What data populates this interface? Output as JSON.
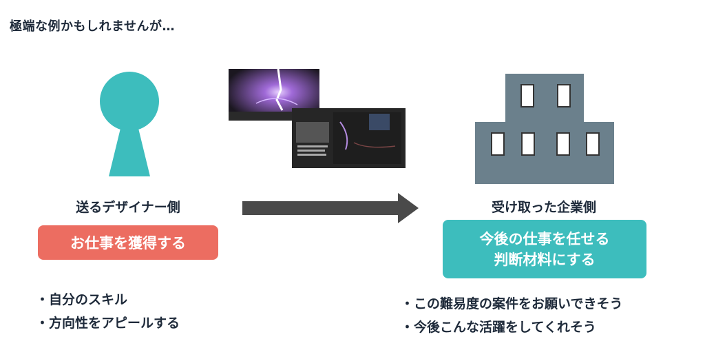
{
  "heading": "極端な例かもしれませんが…",
  "designer": {
    "label": "送るデザイナー側",
    "goal": "お仕事を獲得する",
    "points": [
      "自分のスキル",
      "方向性をアピールする"
    ]
  },
  "company": {
    "label": "受け取った企業側",
    "goal_line1": "今後の仕事を任せる",
    "goal_line2": "判断材料にする",
    "points": [
      "この難易度の案件をお願いできそう",
      "今後こんな活躍をしてくれそう"
    ]
  },
  "colors": {
    "person": "#3dbdbd",
    "building": "#6b808c",
    "arrow": "#4a4a4a",
    "designer_pill": "#ec6d61",
    "company_pill": "#3dbdbd",
    "text": "#1e2a3a"
  },
  "icons": [
    "person-icon",
    "building-icon",
    "right-arrow-icon"
  ]
}
